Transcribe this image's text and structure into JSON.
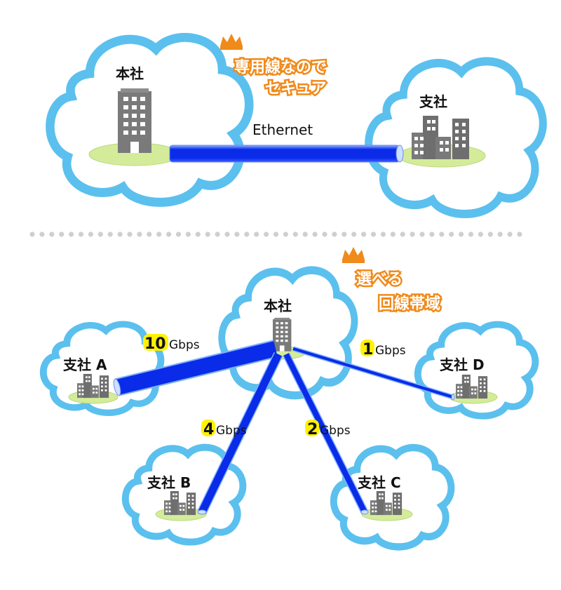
{
  "top": {
    "hq_label": "本社",
    "branch_label": "支社",
    "link_label": "Ethernet",
    "promo_lines": [
      "専用線なので",
      "セキュア"
    ]
  },
  "bottom": {
    "hq_label": "本社",
    "promo_lines": [
      "選べる",
      "回線帯域"
    ],
    "branches": [
      {
        "id": "A",
        "label": "支社 A",
        "bw_num": "10",
        "bw_unit": "Gbps"
      },
      {
        "id": "B",
        "label": "支社 B",
        "bw_num": "4",
        "bw_unit": "Gbps"
      },
      {
        "id": "C",
        "label": "支社 C",
        "bw_num": "2",
        "bw_unit": "Gbps"
      },
      {
        "id": "D",
        "label": "支社 D",
        "bw_num": "1",
        "bw_unit": "Gbps"
      }
    ]
  },
  "colors": {
    "cloud_stroke": "#5bc0ee",
    "cable": "#0a2be8",
    "cable_edge": "#7db0ff",
    "ground": "#d4ec9a",
    "building": "#7a7a7a",
    "promo": "#f08a1a",
    "highlight": "#fff200",
    "divider": "#cfcfcf"
  }
}
